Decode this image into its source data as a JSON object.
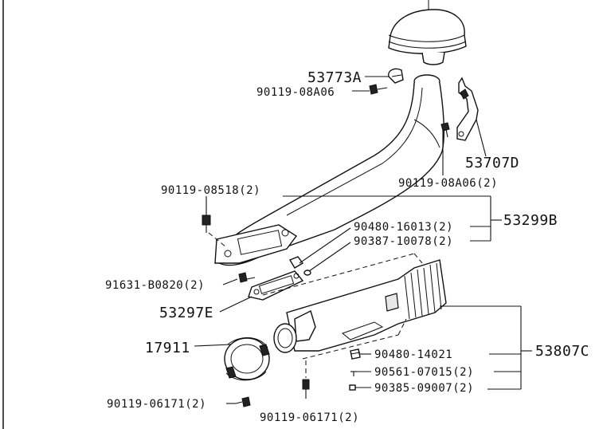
{
  "labels": {
    "p53773A": "53773A",
    "p90119_08A06_a": "90119-08A06",
    "p53707D": "53707D",
    "p90119_08A06_b": "90119-08A06(2)",
    "p90119_08518": "90119-08518(2)",
    "p90480_16013": "90480-16013(2)",
    "p90387_10078": "90387-10078(2)",
    "p53299B": "53299B",
    "p91631_B0820": "91631-B0820(2)",
    "p53297E": "53297E",
    "p17911": "17911",
    "p90480_14021": "90480-14021",
    "p53807C": "53807C",
    "p90561_07015": "90561-07015(2)",
    "p90385_09007": "90385-09007(2)",
    "p90119_06171_a": "90119-06171(2)",
    "p90119_06171_b": "90119-06171(2)"
  }
}
